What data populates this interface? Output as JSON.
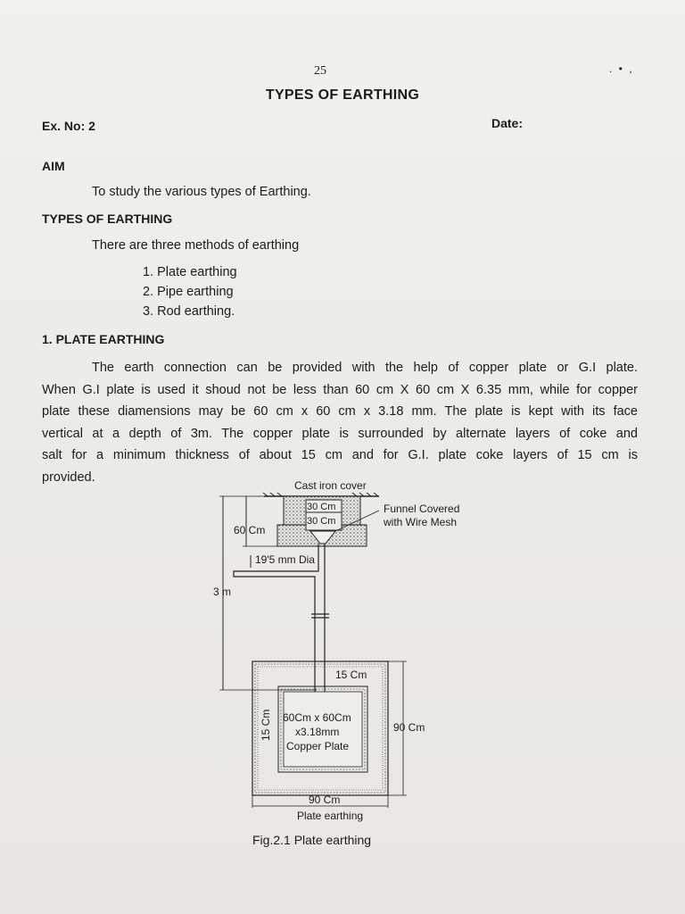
{
  "header": {
    "page_number": "25",
    "corner_marks": ". • ,",
    "title": "TYPES OF EARTHING",
    "ex_no": "Ex. No: 2",
    "date_label": "Date:"
  },
  "aim": {
    "heading": "AIM",
    "text": "To study the various types of Earthing."
  },
  "types": {
    "heading": "TYPES OF EARTHING",
    "intro": "There are three methods of earthing",
    "items": [
      "1.  Plate earthing",
      "2.  Pipe earthing",
      "3.  Rod earthing."
    ]
  },
  "plate_section": {
    "heading": "1.  PLATE EARTHING",
    "lines": [
      "The earth connection can be provided with the help of copper plate or G.I plate.",
      "When G.I plate is used it shoud not be less than 60 cm X 60 cm X 6.35 mm, while for copper",
      "plate these diamensions may be 60 cm x 60 cm x 3.18 mm.  The plate is kept with its face",
      "vertical at a depth of 3m.  The copper plate is surrounded by alternate layers of coke and",
      "salt for a minimum thickness of about 15 cm and for G.I. plate coke layers of 15 cm is",
      "provided."
    ]
  },
  "figure": {
    "cast_iron_cover": "Cast iron cover",
    "box_inner_top": "30 Cm",
    "box_inner_bottom": "30 Cm",
    "funnel_line1": "Funnel Covered",
    "funnel_line2": "with Wire Mesh",
    "depth_60": "60 Cm",
    "pipe_dia": "19'5 mm Dia",
    "depth_3m": "3 m",
    "gap_15_top": "15 Cm",
    "gap_15_side": "15 Cm",
    "plate_line1": "60Cm x 60Cm",
    "plate_line2": "x3.18mm",
    "plate_line3": "Copper Plate",
    "height_90": "90 Cm",
    "width_90": "90 Cm",
    "sub_caption": "Plate earthing",
    "caption": "Fig.2.1  Plate earthing"
  }
}
